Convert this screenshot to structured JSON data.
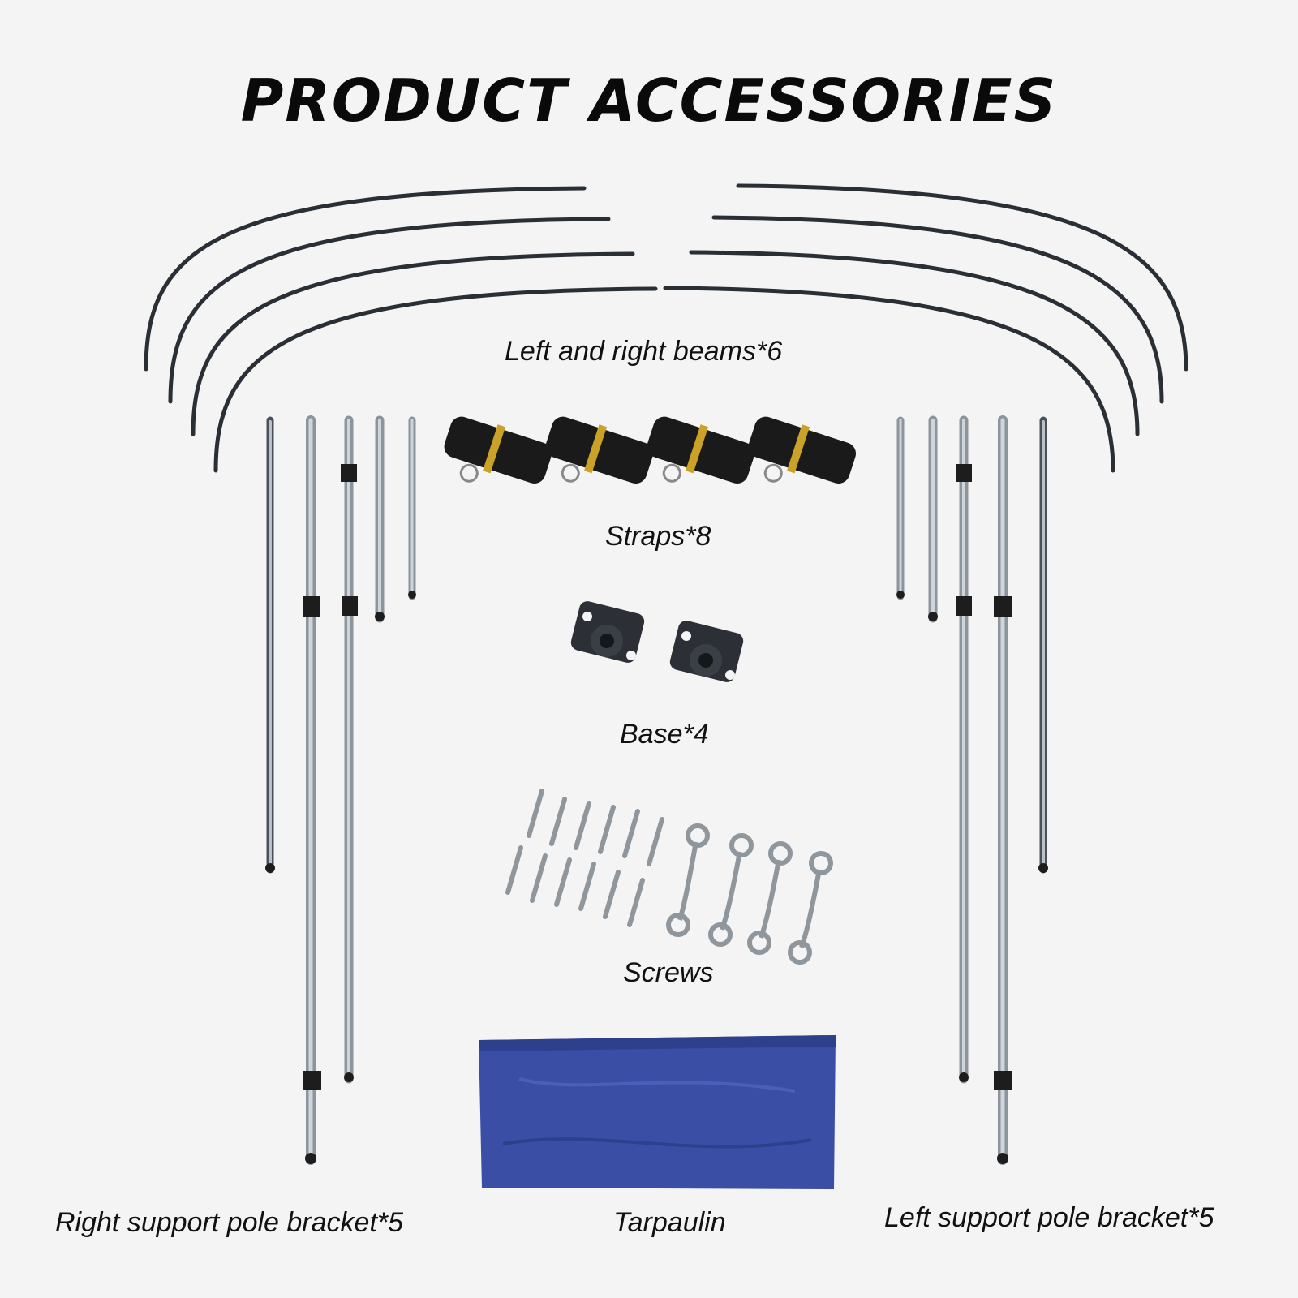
{
  "title": "PRODUCT ACCESSORIES",
  "captions": {
    "beams": "Left and right beams*6",
    "straps": "Straps*8",
    "base": "Base*4",
    "screws": "Screws",
    "right_poles": "Right support pole bracket*5",
    "tarpaulin": "Tarpaulin",
    "left_poles": "Left support pole bracket*5"
  },
  "colors": {
    "background": "#f4f4f4",
    "beam": "#2a2f36",
    "pole": "#b4bcc4",
    "strap": "#1a1a1a",
    "strap_band": "#c9a227",
    "base": "#2c3036",
    "screw": "#9aa0a6",
    "tarpaulin": "#3b4ea6"
  }
}
